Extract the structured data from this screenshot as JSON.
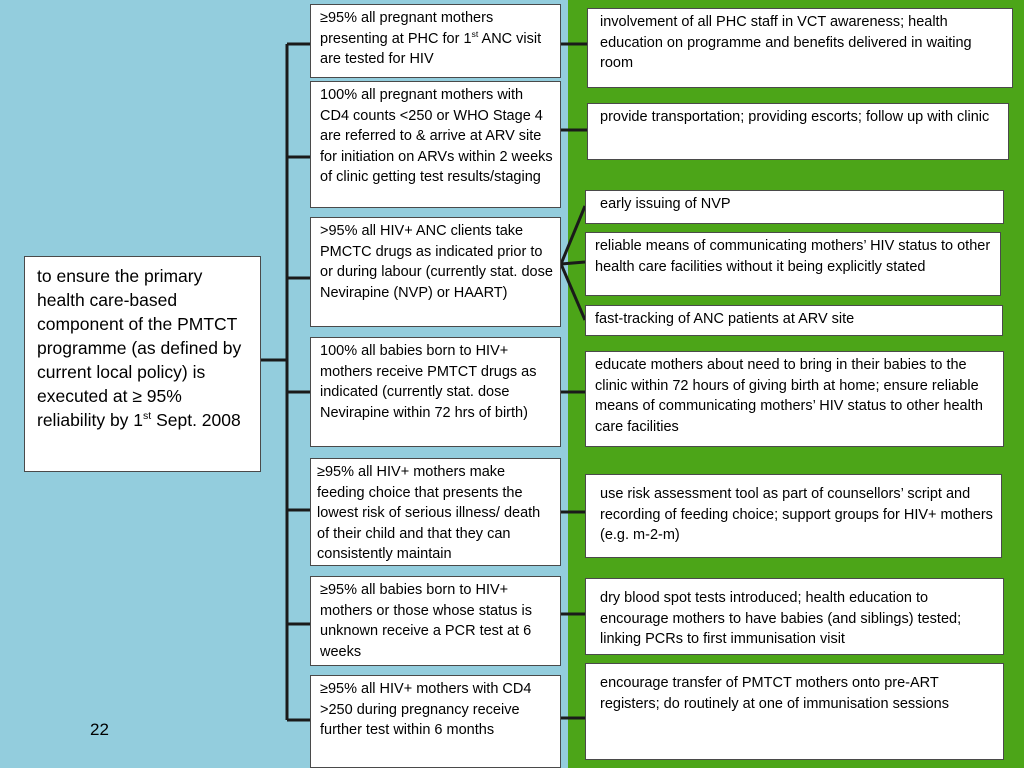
{
  "main_goal": {
    "before_sup": "to ensure the primary health care-based component of the PMTCT programme (as defined by current local policy) is executed at ≥ 95% reliability by 1",
    "sup": "st",
    "after_sup": " Sept. 2008"
  },
  "objectives": [
    {
      "before_sup": "≥95% all pregnant mothers presenting at PHC for 1",
      "sup": "st",
      "after_sup": " ANC visit are tested for HIV"
    },
    {
      "text": "100% all pregnant mothers with CD4 counts <250 or WHO Stage 4 are referred to & arrive at ARV site for initiation on ARVs within 2 weeks of clinic getting test results/staging"
    },
    {
      "text": ">95% all HIV+ ANC clients take PMCTC drugs as indicated prior to or during labour (currently stat. dose Nevirapine (NVP) or HAART)"
    },
    {
      "text": "100% all babies born to HIV+ mothers receive PMTCT drugs as indicated (currently stat. dose Nevirapine within 72 hrs of birth)"
    },
    {
      "text": "≥95% all HIV+ mothers make feeding choice that presents the lowest risk of serious illness/ death of their child and that they can consistently maintain"
    },
    {
      "text": "≥95% all babies born to HIV+ mothers or those whose status is unknown receive a PCR test at 6 weeks"
    },
    {
      "text": "≥95% all HIV+ mothers with CD4 >250 during pregnancy receive further test within 6 months"
    }
  ],
  "interventions": [
    "involvement of all PHC staff in VCT awareness; health education on programme and benefits delivered in waiting room",
    "provide transportation; providing escorts; follow up with clinic",
    "early issuing of NVP",
    "reliable means of communicating mothers’ HIV status to other health care facilities without it being explicitly stated",
    "fast-tracking of ANC patients at ARV site",
    "educate mothers about need to bring in their babies to the clinic within 72 hours of giving birth at home; ensure reliable means of communicating mothers’ HIV status to other health care facilities",
    "use risk assessment tool as part of counsellors’ script and recording of feeding choice; support groups for HIV+ mothers (e.g. m-2-m)",
    "dry blood spot tests introduced; health education to encourage mothers to have babies (and siblings) tested; linking PCRs to first immunisation visit",
    "encourage transfer of PMTCT mothers onto pre-ART registers; do routinely at one of immunisation sessions"
  ],
  "page_number": "22",
  "colors": {
    "background": "#93cddd",
    "panel": "#4ca518",
    "line": "#1a1a1a"
  }
}
